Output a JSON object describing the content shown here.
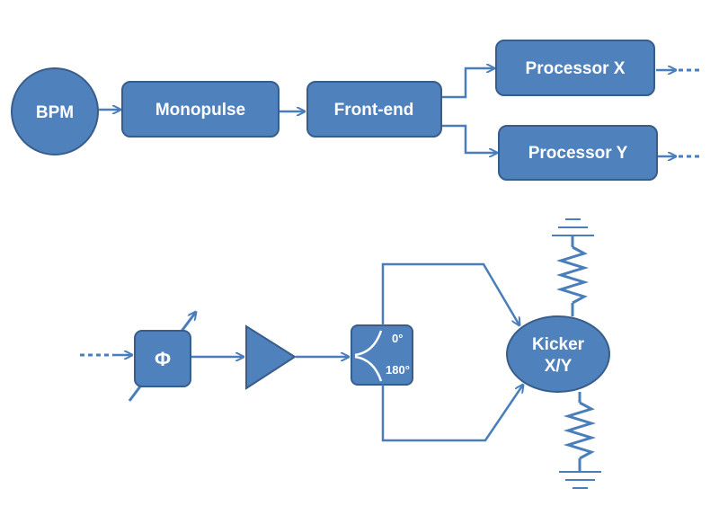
{
  "colors": {
    "fill": "#4f81bd",
    "stroke": "#385d8a",
    "line": "#4a7ebb"
  },
  "top_chain": {
    "bpm": "BPM",
    "monopulse": "Monopulse",
    "front_end": "Front-end",
    "processor_x": "Processor X",
    "processor_y": "Processor Y"
  },
  "bottom_chain": {
    "phase_shifter": "Φ",
    "hybrid_port_0": "0°",
    "hybrid_port_180": "180°",
    "kicker_line1": "Kicker",
    "kicker_line2": "X/Y"
  }
}
